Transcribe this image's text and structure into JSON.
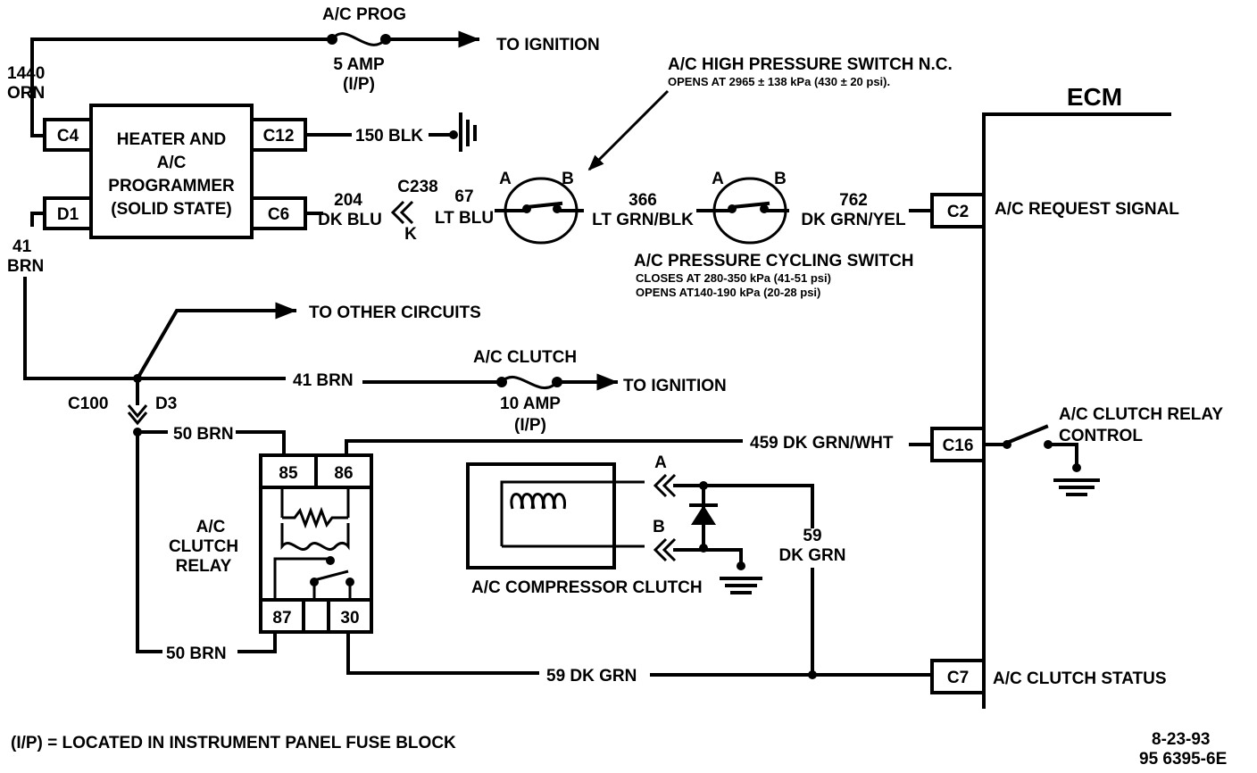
{
  "fuse_prog": {
    "name": "A/C PROG",
    "rating": "5 AMP",
    "location": "(I/P)",
    "dest": "TO IGNITION"
  },
  "fuse_clutch": {
    "name": "A/C CLUTCH",
    "rating": "10 AMP",
    "location": "(I/P)",
    "dest": "TO IGNITION"
  },
  "programmer": {
    "title_lines": [
      "HEATER AND",
      "A/C",
      "PROGRAMMER",
      "(SOLID STATE)"
    ],
    "pins": {
      "c4": "C4",
      "d1": "D1",
      "c12": "C12",
      "c6": "C6"
    }
  },
  "wires": {
    "w1440_num": "1440",
    "w1440_color": "ORN",
    "w41_num": "41",
    "w41_color": "BRN",
    "w150": "150 BLK",
    "w204_num": "204",
    "w204_color": "DK BLU",
    "conn_c238": "C238",
    "conn_c238_term": "K",
    "w67": "67",
    "w67_color": "LT BLU",
    "w366": "366",
    "w366_color": "LT GRN/BLK",
    "w762": "762",
    "w762_color": "DK GRN/YEL",
    "w41brn": "41 BRN",
    "w50brn_top": "50 BRN",
    "w50brn_bot": "50 BRN",
    "w459": "459 DK GRN/WHT",
    "w59_num": "59",
    "w59_color": "DK GRN",
    "w59_bottom": "59 DK GRN",
    "other_circuits": "TO OTHER CIRCUITS",
    "c100": "C100",
    "d3": "D3"
  },
  "high_pressure_switch": {
    "title": "A/C HIGH PRESSURE SWITCH N.C.",
    "note": "OPENS AT 2965 ± 138 kPa (430 ± 20 psi).",
    "term_a": "A",
    "term_b": "B"
  },
  "cycling_switch": {
    "title": "A/C PRESSURE CYCLING SWITCH",
    "note1": "CLOSES AT 280-350 kPa (41-51 psi)",
    "note2": "OPENS AT140-190 kPa (20-28 psi)",
    "term_a": "A",
    "term_b": "B"
  },
  "ecm": {
    "title": "ECM",
    "c2": "C2",
    "c2_label": "A/C REQUEST SIGNAL",
    "c16": "C16",
    "c16_label_1": "A/C CLUTCH RELAY",
    "c16_label_2": "CONTROL",
    "c7": "C7",
    "c7_label": "A/C CLUTCH STATUS"
  },
  "relay": {
    "label_lines": [
      "A/C",
      "CLUTCH",
      "RELAY"
    ],
    "pins": {
      "p85": "85",
      "p86": "86",
      "p87": "87",
      "p30": "30"
    }
  },
  "compressor": {
    "label": "A/C COMPRESSOR CLUTCH",
    "term_a": "A",
    "term_b": "B"
  },
  "footnote": "(I/P) = LOCATED IN INSTRUMENT PANEL FUSE BLOCK",
  "date": "8-23-93",
  "code": "95 6395-6E"
}
